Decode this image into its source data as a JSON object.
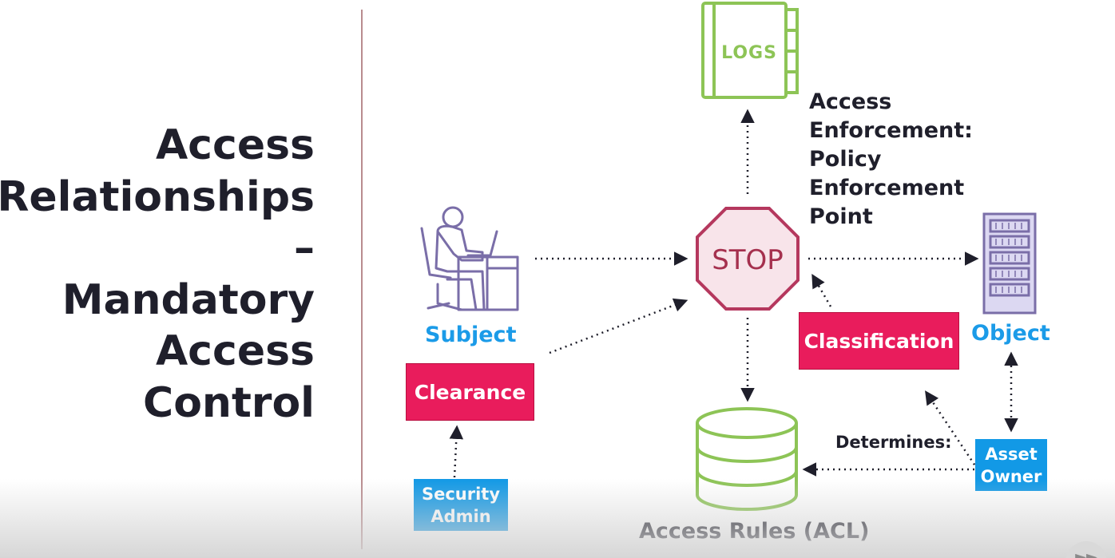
{
  "title": {
    "lines": [
      "Access",
      "Relationships",
      "–",
      "Mandatory",
      "Access",
      "Control"
    ]
  },
  "diagram": {
    "logs_label": "LOGS",
    "enforcement_text": [
      "Access",
      "Enforcement:",
      "Policy",
      "Enforcement",
      "Point"
    ],
    "stop_label": "STOP",
    "subject_label": "Subject",
    "clearance_label": "Clearance",
    "security_admin_label": [
      "Security",
      "Admin"
    ],
    "object_label": "Object",
    "classification_label": "Classification",
    "asset_owner_label": [
      "Asset",
      "Owner"
    ],
    "determines_label": "Determines:",
    "access_rules_label": "Access Rules (ACL)"
  },
  "colors": {
    "dark_text": "#1f1f2b",
    "accent_pink": "#e91c5c",
    "accent_blue": "#1b9be8",
    "stop_sign": "#b5385e",
    "logs_green": "#8dc456",
    "subject_purple": "#7a6ea8",
    "divider": "#b98c8f"
  },
  "icons": {
    "logs": "logs-book-icon",
    "subject": "person-at-desk-icon",
    "stop": "stop-sign-icon",
    "object": "server-rack-icon",
    "acl": "database-icon",
    "playback": "fast-forward-icon"
  }
}
